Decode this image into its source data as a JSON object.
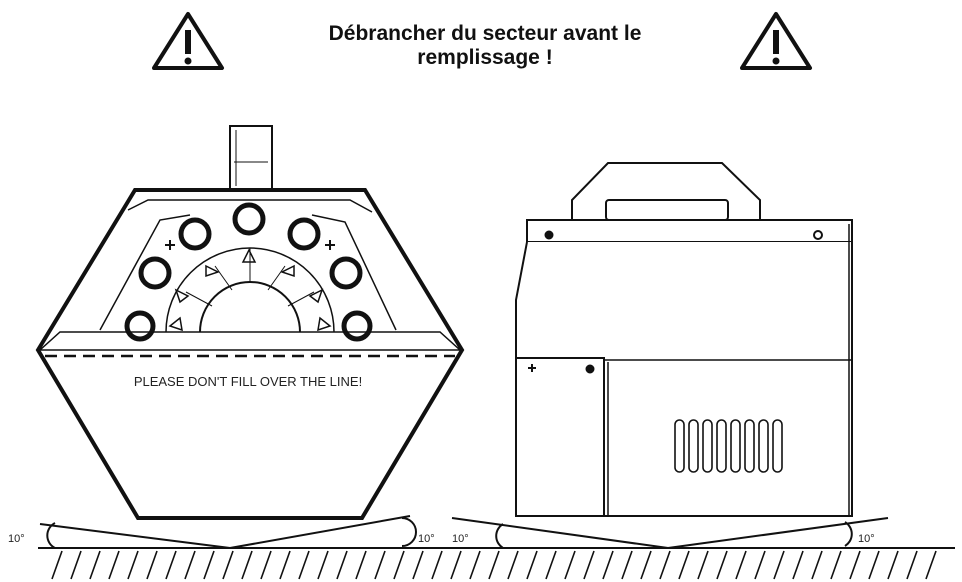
{
  "warning": {
    "line1": "Débrancher du secteur avant le",
    "line2": "remplissage !",
    "icon": "warning-triangle-icon"
  },
  "front_view": {
    "fill_line_label": "PLEASE DON'T FILL OVER THE LINE!"
  },
  "tilt": {
    "left_front": "10°",
    "right_front": "10°",
    "left_side": "10°",
    "right_side": "10°"
  },
  "colors": {
    "line": "#111111",
    "background": "#ffffff"
  }
}
